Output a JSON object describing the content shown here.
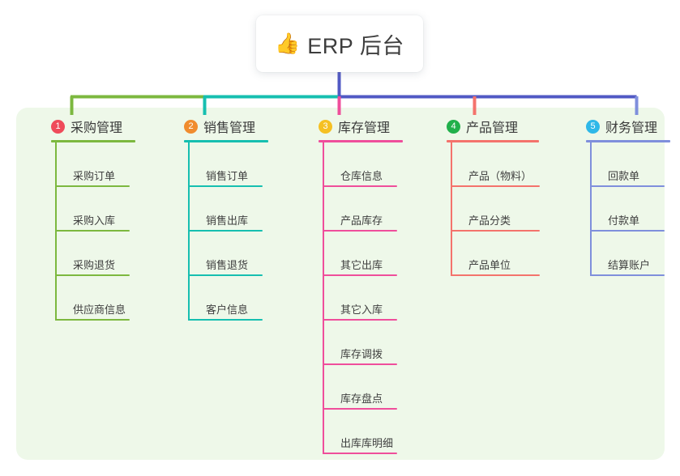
{
  "title": {
    "icon": "thumbs-up-icon",
    "icon_glyph": "👍",
    "text": "ERP 后台"
  },
  "colors": {
    "panel_background": "#eef8e9",
    "page_background": "#ffffff",
    "column_1_line": "#7cb83f",
    "column_2_line": "#16bfb0",
    "column_3_line": "#ef4e9b",
    "column_4_line": "#f4736c",
    "column_5_line": "#7f8fdc",
    "badge_1": "#ef4b5a",
    "badge_2": "#f08c2e",
    "badge_3": "#f5c022",
    "badge_4": "#21b04b",
    "badge_5": "#2eb8e8",
    "stem_center": "#5159c4"
  },
  "columns": [
    {
      "number": "1",
      "title": "采购管理",
      "badge_color": "#ef4b5a",
      "line_color": "#7cb83f",
      "items": [
        "采购订单",
        "采购入库",
        "采购退货",
        "供应商信息"
      ]
    },
    {
      "number": "2",
      "title": "销售管理",
      "badge_color": "#f08c2e",
      "line_color": "#16bfb0",
      "items": [
        "销售订单",
        "销售出库",
        "销售退货",
        "客户信息"
      ]
    },
    {
      "number": "3",
      "title": "库存管理",
      "badge_color": "#f5c022",
      "line_color": "#ef4e9b",
      "items": [
        "仓库信息",
        "产品库存",
        "其它出库",
        "其它入库",
        "库存调拨",
        "库存盘点",
        "出库库明细"
      ]
    },
    {
      "number": "4",
      "title": "产品管理",
      "badge_color": "#21b04b",
      "line_color": "#f4736c",
      "items": [
        "产品（物料）",
        "产品分类",
        "产品单位"
      ]
    },
    {
      "number": "5",
      "title": "财务管理",
      "badge_color": "#2eb8e8",
      "line_color": "#7f8fdc",
      "items": [
        "回款单",
        "付款单",
        "结算账户"
      ]
    }
  ]
}
